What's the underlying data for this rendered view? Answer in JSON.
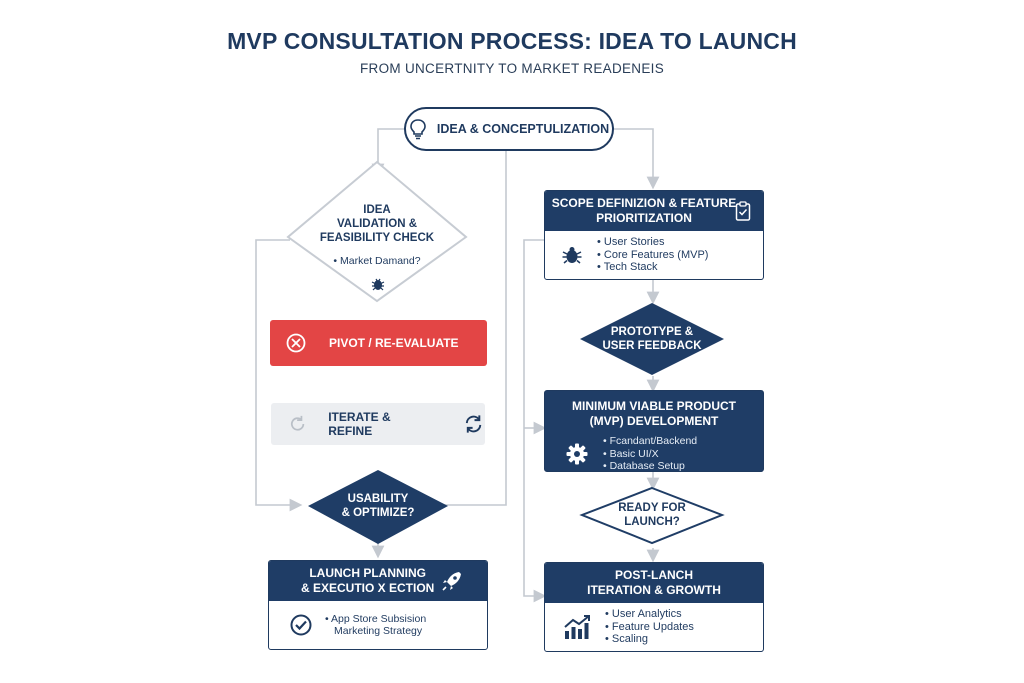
{
  "header": {
    "title": "MVP CONSULTATION PROCESS: IDEA TO LAUNCH",
    "subtitle": "FROM UNCERTNITY TO MARKET READENEIS"
  },
  "nodes": {
    "idea": {
      "label": "IDEA & CONCEPTULIZATION",
      "icon": "lightbulb-icon"
    },
    "validation": {
      "line1": "IDEA",
      "line2": "VALIDATION &",
      "line3": "FEASIBILITY CHECK",
      "item": "• Market Damand?",
      "icon": "bug-icon"
    },
    "pivot": {
      "label": "PIVOT / RE-EVALUATE",
      "icon": "cancel-icon"
    },
    "iterate": {
      "label": "ITERATE & REFINE",
      "icon": "refresh-icon"
    },
    "usability": {
      "line1": "USABILITY",
      "line2": "& OPTIMIZE?"
    },
    "launch_planning": {
      "line1": "LAUNCH PLANNING",
      "line2": "& EXECUTIO X ECTION",
      "items": [
        "App Store Subsision",
        "Marketing Strategy"
      ],
      "icon": "rocket-icon",
      "body_icon": "check-circle-icon"
    },
    "scope": {
      "line1": "SCOPE DEFINIZION & FEATURE",
      "line2": "PRIORITIZATION",
      "items": [
        "User Stories",
        "Core Features (MVP)",
        "Tech Stack"
      ],
      "icon": "clipboard-icon",
      "body_icon": "bug-icon"
    },
    "prototype": {
      "line1": "PROTOTYPE &",
      "line2": "USER FEEDBACK"
    },
    "mvp_dev": {
      "line1": "MINIMUM VIABLE PRODUCT",
      "line2": "(MVP) DEVELOPMENT",
      "items": [
        "Fcandant/Backend",
        "Basic UI/X",
        "Database Setup"
      ],
      "icon": "gear-icon"
    },
    "ready": {
      "line1": "READY FOR",
      "line2": "LAUNCH?"
    },
    "post_launch": {
      "line1": "POST-LANCH",
      "line2": "ITERATION & GROWTH",
      "items": [
        "User Analytics",
        "Feature Updates",
        "Scaling"
      ],
      "icon": "chart-icon"
    }
  },
  "colors": {
    "navy": "#1f3d66",
    "red": "#e34545",
    "grey": "#eceef1",
    "connector": "#c4c9d0"
  }
}
